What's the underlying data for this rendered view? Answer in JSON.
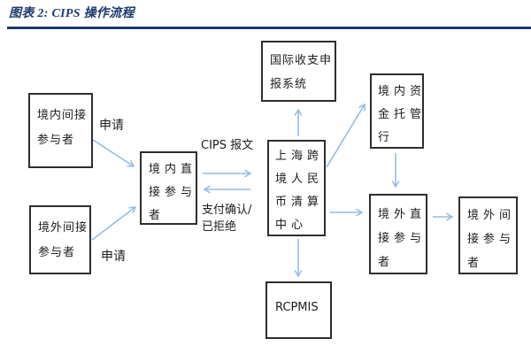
{
  "header": {
    "title": "图表 2: CIPS 操作流程"
  },
  "colors": {
    "accent_navy": "#1d3a6e",
    "arrow_blue": "#96bcdf",
    "box_border": "#2e2e2e",
    "background": "#ffffff"
  },
  "diagram": {
    "boxes": {
      "domestic_indirect": {
        "lines": [
          "境内间接",
          "参与者"
        ]
      },
      "overseas_indirect_left": {
        "lines": [
          "境外间接",
          "参与者"
        ]
      },
      "domestic_direct": {
        "lines": [
          "境内直",
          "接参与",
          "者"
        ]
      },
      "clearing_center": {
        "lines": [
          "上海跨",
          "境人民",
          "币清算",
          "中心"
        ]
      },
      "bop_system": {
        "lines": [
          "国际收支申",
          "报系统"
        ]
      },
      "rcpmis": {
        "lines": [
          "RCPMIS"
        ]
      },
      "domestic_custodian": {
        "lines": [
          "境内资",
          "金托管",
          "行"
        ]
      },
      "overseas_direct": {
        "lines": [
          "境外直",
          "接参与",
          "者"
        ]
      },
      "overseas_indirect_right": {
        "lines": [
          "境外间",
          "接参与",
          "者"
        ]
      }
    },
    "labels": {
      "apply_top": "申请",
      "apply_bottom": "申请",
      "cips_message": "CIPS 报文",
      "payment_status_line1": "支付确认/",
      "payment_status_line2": "已拒绝"
    }
  }
}
